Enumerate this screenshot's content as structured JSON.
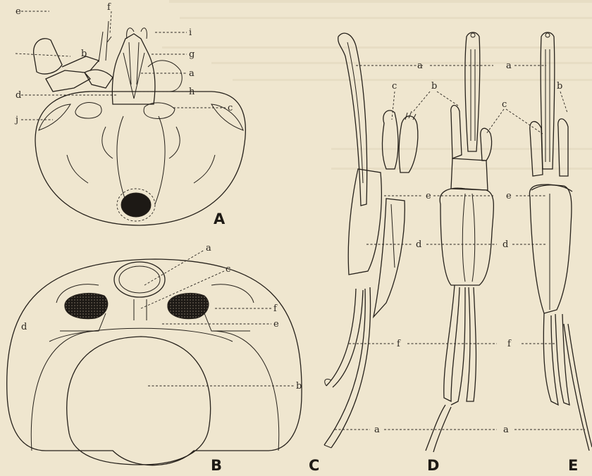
{
  "figure": {
    "panels": {
      "A": {
        "title": "A",
        "labels": {
          "e": "e",
          "f": "f",
          "i": "i",
          "b": "b",
          "g": "g",
          "a": "a",
          "d": "d",
          "h": "h",
          "c": "c",
          "j": "j"
        }
      },
      "B": {
        "title": "B",
        "labels": {
          "a": "a",
          "c": "c",
          "f": "f",
          "d": "d",
          "e": "e",
          "b": "b"
        }
      },
      "C": {
        "title": "C"
      },
      "D": {
        "title": "D"
      },
      "E": {
        "title": "E"
      },
      "CDE": {
        "labels": {
          "a_top_left": "a",
          "a_top_right": "a",
          "b_left": "b",
          "b_right": "b",
          "c_left": "c",
          "c_right": "c",
          "e_left": "e",
          "e_right": "e",
          "d_left": "d",
          "d_right": "d",
          "f_left": "f",
          "f_right": "f",
          "a_bottom_left": "a",
          "a_bottom_right": "a"
        }
      }
    },
    "colors": {
      "paper": "#efe6cf",
      "ink": "#26211b",
      "stipple": "#d8ccb0",
      "dark": "#1d1915"
    }
  }
}
